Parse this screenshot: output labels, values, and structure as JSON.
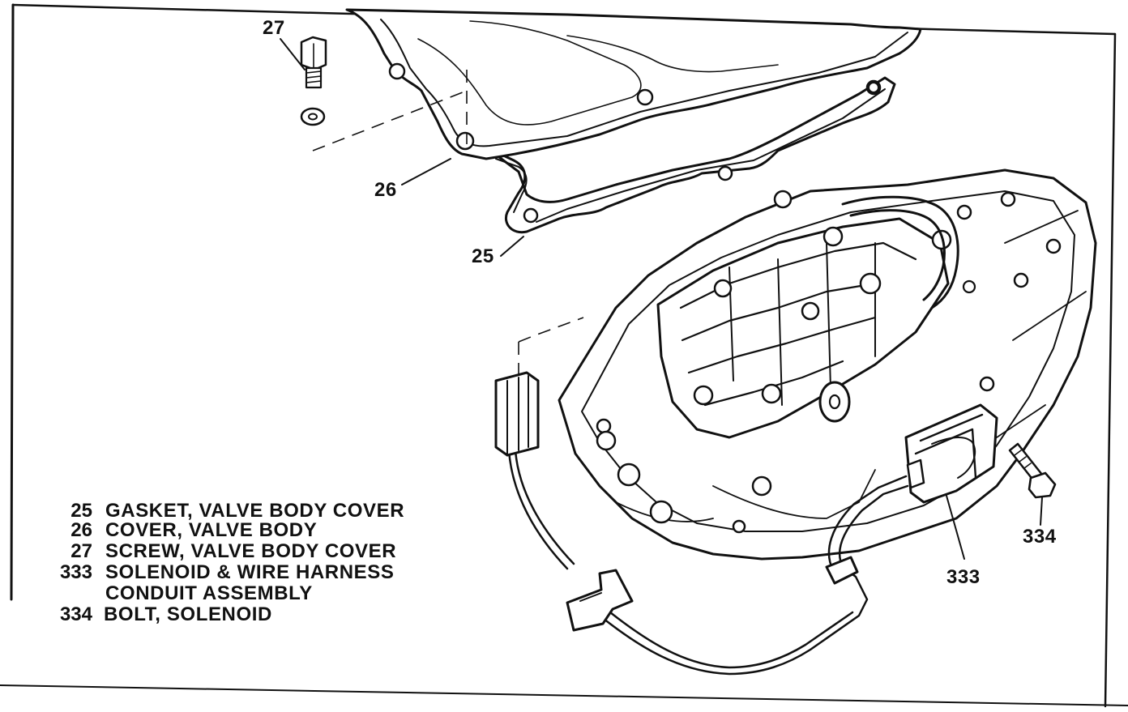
{
  "callouts": {
    "c27": "27",
    "c26": "26",
    "c25": "25",
    "c333": "333",
    "c334": "334"
  },
  "legend": [
    {
      "num": "25",
      "desc": "GASKET, VALVE BODY COVER"
    },
    {
      "num": "26",
      "desc": "COVER, VALVE BODY"
    },
    {
      "num": "27",
      "desc": "SCREW, VALVE BODY COVER"
    },
    {
      "num": "333",
      "desc": "SOLENOID & WIRE HARNESS"
    },
    {
      "num": "",
      "desc": "CONDUIT ASSEMBLY"
    },
    {
      "num": "334",
      "desc": "BOLT, SOLENOID"
    }
  ]
}
